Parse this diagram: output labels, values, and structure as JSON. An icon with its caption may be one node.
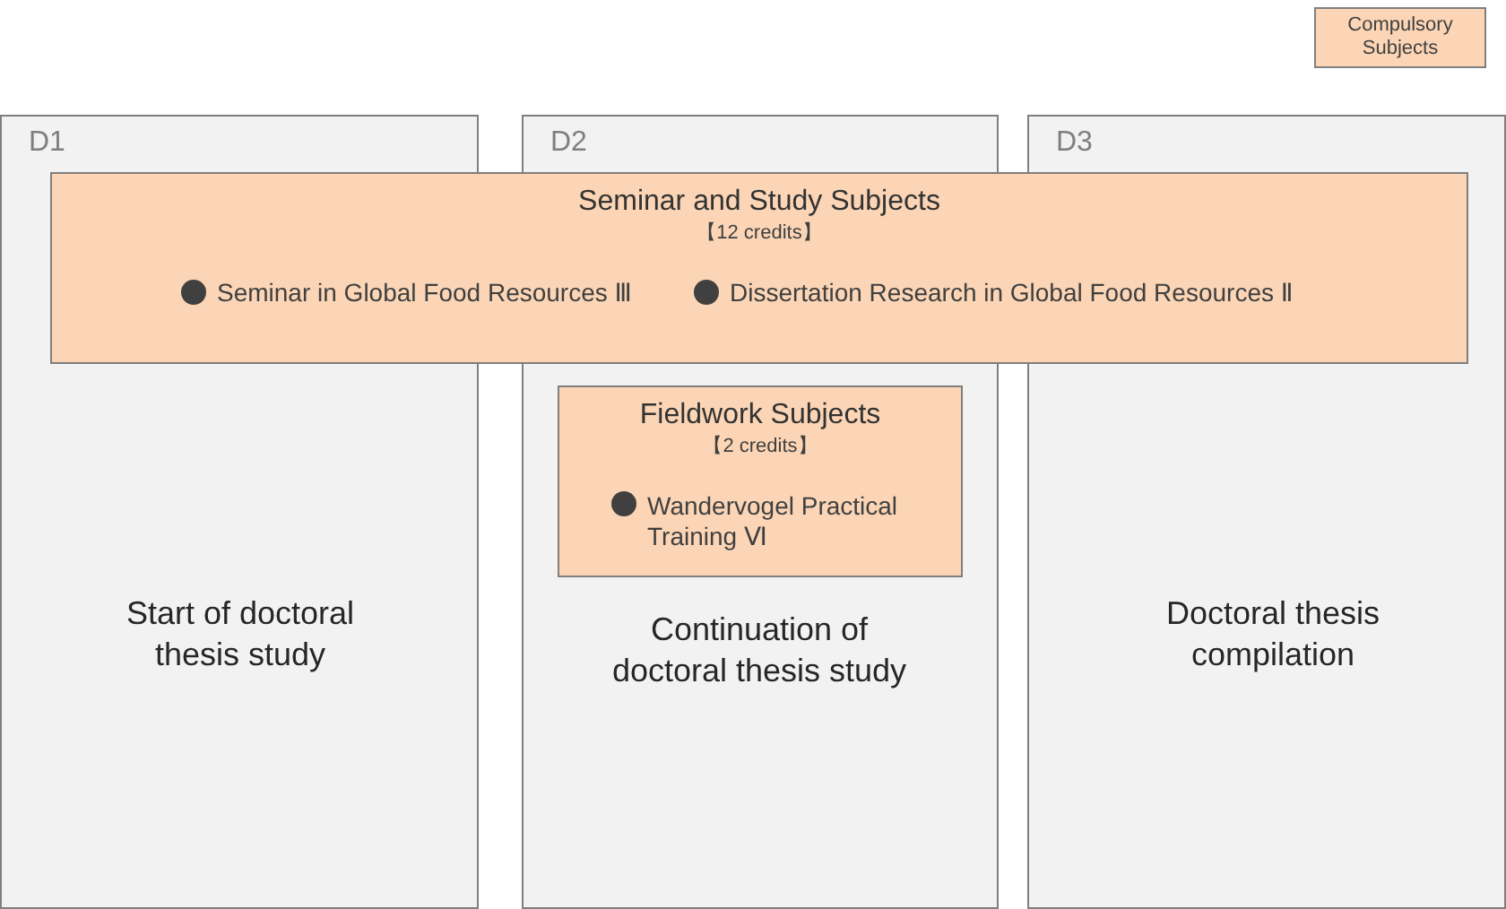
{
  "diagram": {
    "nodes": [
      {
        "text": [
          "D1",
          "Start of doctoral thesis study"
        ]
      },
      {
        "text": [
          "D2",
          "Continuation of doctoral thesis study"
        ]
      },
      {
        "text": [
          "D3",
          "Doctoral thesis compilation"
        ]
      },
      {
        "text": [
          "Seminar and Study Subjects",
          "【12 credits】",
          "Seminar in Global Food Resources Ⅲ",
          "Dissertation Research in Global Food Resources Ⅱ"
        ]
      },
      {
        "text": [
          "Fieldwork Subjects",
          "【2 credits】",
          "Wandervogel Practical Training Ⅵ"
        ],
        "in": 1
      }
    ],
    "legend": [
      {
        "text": "Compulsory Subjects",
        "color": "#fbd5b5"
      }
    ]
  }
}
